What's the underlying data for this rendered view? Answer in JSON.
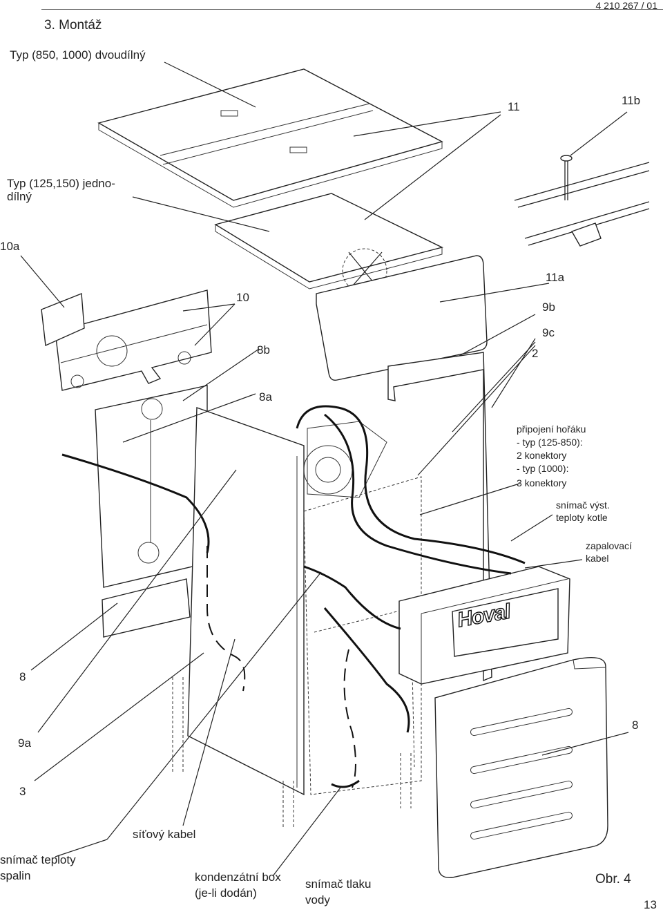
{
  "header": {
    "doc_number": "4 210 267 / 01",
    "section": "3. Montáž"
  },
  "labels": {
    "type_two_part": "Typ (850, 1000) dvoudílný",
    "type_one_part_1": "Typ (125,150) jedno-",
    "type_one_part_2": "dílný",
    "n10a": "10a",
    "n10": "10",
    "n11": "11",
    "n11b": "11b",
    "n11a": "11a",
    "n9b": "9b",
    "n9c": "9c",
    "n2": "2",
    "n8b": "8b",
    "n8a": "8a",
    "n8_left": "8",
    "n8_right": "8",
    "n9a": "9a",
    "n3": "3",
    "burner_1": "připojení hořáku",
    "burner_2": "- typ (125-850):",
    "burner_3": "2 konektory",
    "burner_4": "- typ (1000):",
    "burner_5": "3 konektory",
    "sensor_out_1": "snímač výst.",
    "sensor_out_2": "teploty kotle",
    "ignition_1": "zapalovací",
    "ignition_2": "kabel",
    "mains_cable": "síťový kabel",
    "flue_sensor_1": "snímač teploty",
    "flue_sensor_2": "spalin",
    "condensate_1": "kondenzátní box",
    "condensate_2": "(je-li dodán)",
    "pressure_1": "snímač tlaku",
    "pressure_2": "vody",
    "figure": "Obr. 4",
    "page": "13"
  },
  "brand_logo": "Hoval",
  "icons": [
    "screw-icon",
    "crossed-circle-icon"
  ]
}
